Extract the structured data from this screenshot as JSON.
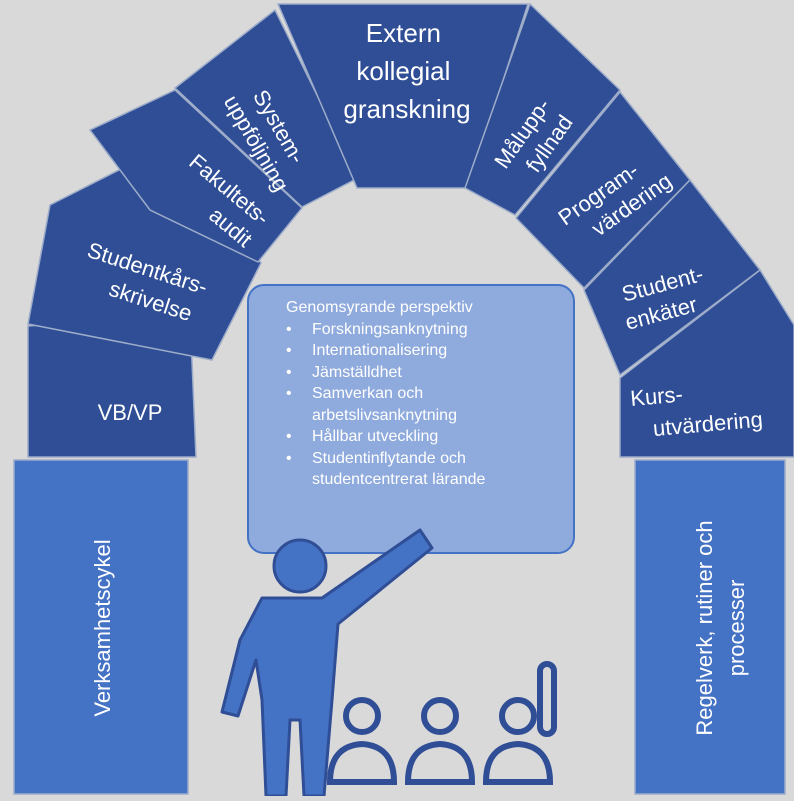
{
  "arch_blocks": {
    "keystone": [
      "Extern",
      "kollegial",
      "granskning"
    ],
    "left": [
      {
        "id": "system",
        "lines": [
          "System-",
          "uppföljning"
        ]
      },
      {
        "id": "fakultet",
        "lines": [
          "Fakultets-",
          "audit"
        ]
      },
      {
        "id": "studentkar",
        "lines": [
          "Studentkårs-",
          "skrivelse"
        ]
      },
      {
        "id": "vbvp",
        "lines": [
          "VB/VP"
        ]
      }
    ],
    "right": [
      {
        "id": "malupp",
        "lines": [
          "Målupp-",
          "fyllnad"
        ]
      },
      {
        "id": "program",
        "lines": [
          "Program-",
          "värdering"
        ]
      },
      {
        "id": "student",
        "lines": [
          "Student-",
          "enkäter"
        ]
      },
      {
        "id": "kurs",
        "lines": [
          "Kurs-",
          "utvärdering"
        ]
      }
    ]
  },
  "pillars": {
    "left": "Verksamhetscykel",
    "right": [
      "Regelverk, rutiner och",
      "processer"
    ]
  },
  "board": {
    "heading": "Genomsyrande perspektiv",
    "items": [
      {
        "lines": [
          "Forskningsanknytning"
        ]
      },
      {
        "lines": [
          "Internationalisering"
        ]
      },
      {
        "lines": [
          "Jämställdhet"
        ]
      },
      {
        "lines": [
          "Samverkan och",
          "arbetslivsanknytning"
        ]
      },
      {
        "lines": [
          "Hållbar utveckling"
        ]
      },
      {
        "lines": [
          "Studentinflytande och",
          "studentcentrerat lärande"
        ]
      }
    ]
  },
  "colors": {
    "background": "#d9d9d9",
    "arch_block": "#2f4e96",
    "pillar": "#4472c4",
    "board": "#8faadc",
    "figures": "#4472c4",
    "text": "#ffffff"
  },
  "icons": [
    "teacher-pointing-icon",
    "audience-icon"
  ]
}
